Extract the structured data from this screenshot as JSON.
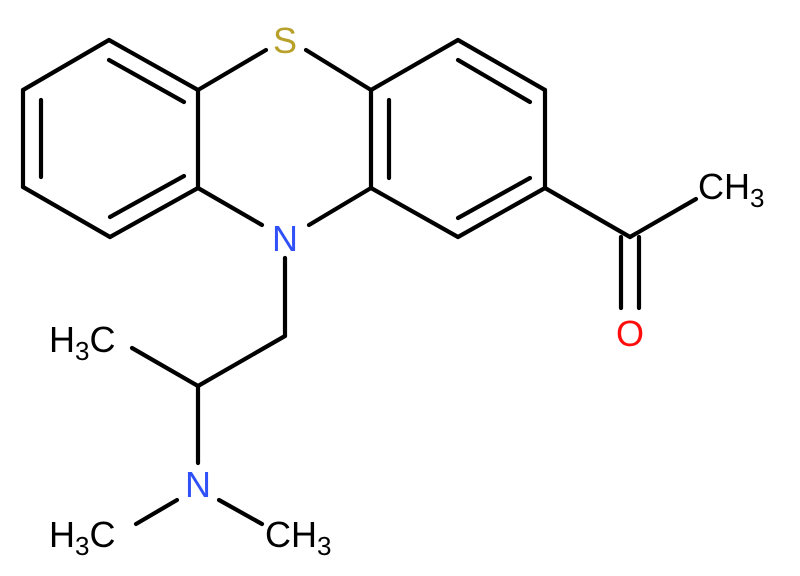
{
  "colors": {
    "bond": "#000000",
    "carbon": "#000000",
    "nitrogen": "#3050f8",
    "oxygen": "#ff0d0d",
    "sulfur": "#b8a12a"
  },
  "atoms": {
    "s": {
      "text": "S"
    },
    "n_ring": {
      "text": "N"
    },
    "n_amine": {
      "text": "N"
    },
    "o": {
      "text": "O"
    },
    "ch3_acetyl": {
      "main": "CH",
      "sub": "3"
    },
    "h3c_isopropyl": {
      "main": "H",
      "sub": "3",
      "tail": "C"
    },
    "h3c_nme_left": {
      "main": "H",
      "sub": "3",
      "tail": "C"
    },
    "ch3_nme_right": {
      "main": "CH",
      "sub": "3"
    }
  }
}
